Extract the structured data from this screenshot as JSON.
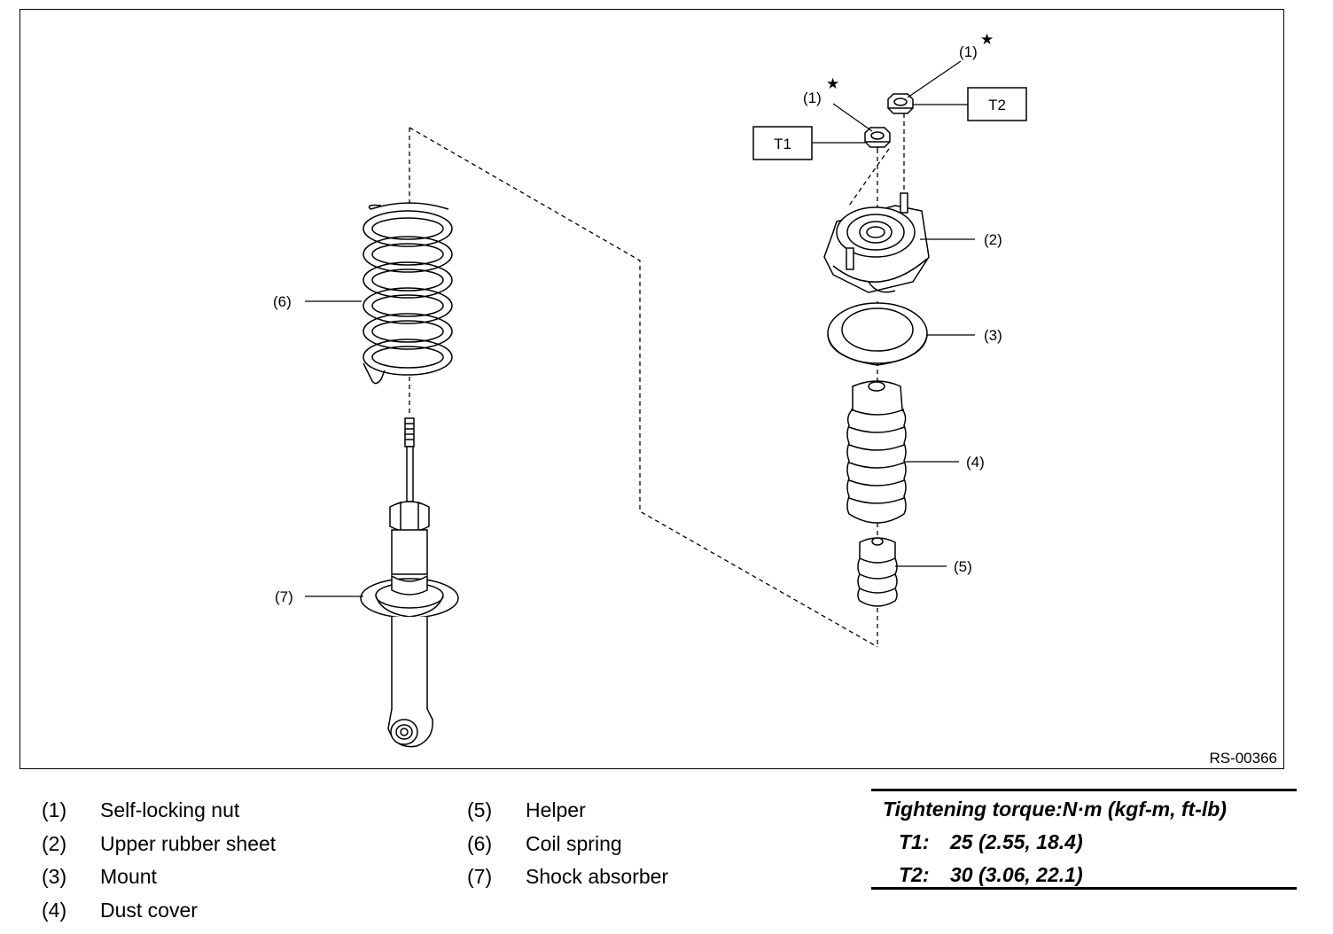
{
  "figure": {
    "reference_code": "RS-00366",
    "callouts": {
      "c1a": "(1)",
      "c1b": "(1)",
      "c2": "(2)",
      "c3": "(3)",
      "c4": "(4)",
      "c5": "(5)",
      "c6": "(6)",
      "c7": "(7)"
    },
    "torque_boxes": {
      "t1": "T1",
      "t2": "T2"
    },
    "star_symbol": "★"
  },
  "legend": {
    "left": [
      {
        "num": "(1)",
        "label": "Self-locking nut"
      },
      {
        "num": "(2)",
        "label": "Upper rubber sheet"
      },
      {
        "num": "(3)",
        "label": "Mount"
      },
      {
        "num": "(4)",
        "label": "Dust cover"
      }
    ],
    "right": [
      {
        "num": "(5)",
        "label": "Helper"
      },
      {
        "num": "(6)",
        "label": "Coil spring"
      },
      {
        "num": "(7)",
        "label": "Shock absorber"
      }
    ]
  },
  "torque_table": {
    "title": "Tightening torque:N·m (kgf-m, ft-lb)",
    "rows": [
      {
        "label": "T1:",
        "value": "25 (2.55, 18.4)"
      },
      {
        "label": "T2:",
        "value": "30 (3.06, 22.1)"
      }
    ]
  }
}
